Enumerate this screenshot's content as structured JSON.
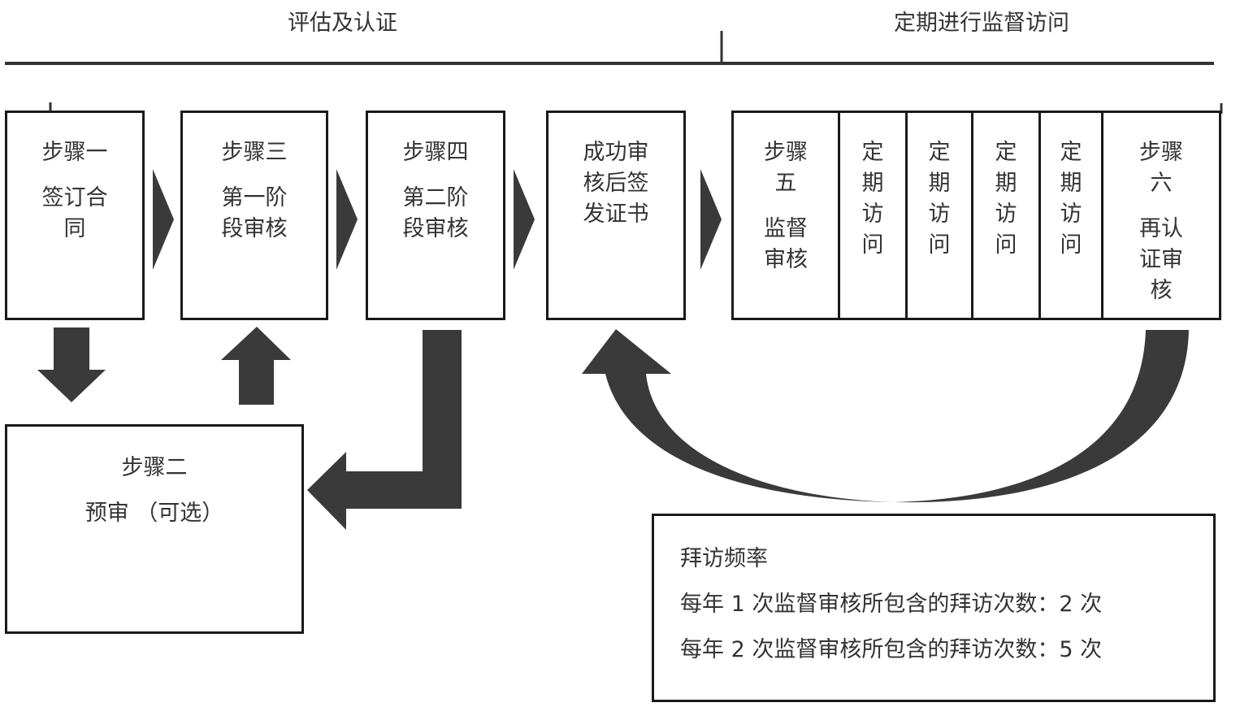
{
  "headers": {
    "left": "评估及认证",
    "right": "定期进行监督访问"
  },
  "steps": {
    "step1": {
      "title": "步骤一",
      "body_line1": "签订合",
      "body_line2": "同"
    },
    "step3": {
      "title": "步骤三",
      "body_line1": "第一阶",
      "body_line2": "段审核"
    },
    "step4": {
      "title": "步骤四",
      "body_line1": "第二阶",
      "body_line2": "段审核"
    },
    "cert": {
      "line1": "成功审",
      "line2": "核后签",
      "line3": "发证书"
    },
    "step5": {
      "line1": "步骤",
      "line2": "五",
      "line3": "监督",
      "line4": "审核"
    },
    "visit": {
      "c1": "定",
      "c2": "期",
      "c3": "访",
      "c4": "问"
    },
    "step6": {
      "line1": "步骤",
      "line2": "六",
      "line3": "再认",
      "line4": "证审",
      "line5": "核"
    },
    "step2": {
      "title": "步骤二",
      "body": "预审 （可选）"
    }
  },
  "frequency": {
    "title": "拜访频率",
    "line1": "每年 1 次监督审核所包含的拜访次数：2 次",
    "line2": "每年 2 次监督审核所包含的拜访次数：5 次"
  },
  "colors": {
    "arrow": "#3a3a3a",
    "border": "#1a1a1a",
    "text": "#333333"
  }
}
